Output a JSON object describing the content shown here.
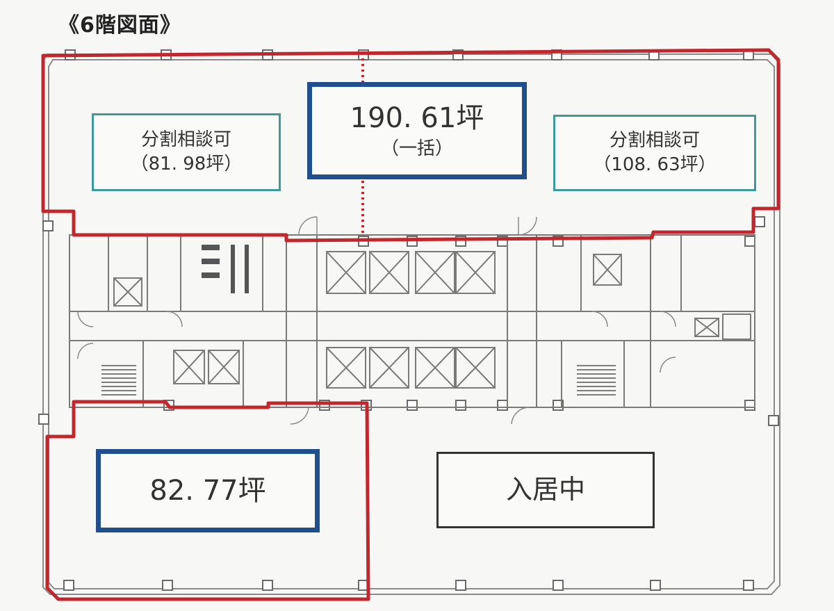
{
  "title": "《6階図面》",
  "sections": {
    "north_total": {
      "area": "190. 61坪",
      "note": "（一括）"
    },
    "north_west": {
      "label": "分割相談可",
      "area": "（81. 98坪）"
    },
    "north_east": {
      "label": "分割相談可",
      "area": "（108. 63坪）"
    },
    "south_west": {
      "area": "82. 77坪"
    },
    "south_east": {
      "status": "入居中"
    }
  },
  "colors": {
    "available_outline": "#c0282e",
    "highlight_box": "#1f4f8c",
    "split_box": "#3d9a9a",
    "occupied_box": "#333333",
    "plan_lines": "#8a8a8a"
  }
}
